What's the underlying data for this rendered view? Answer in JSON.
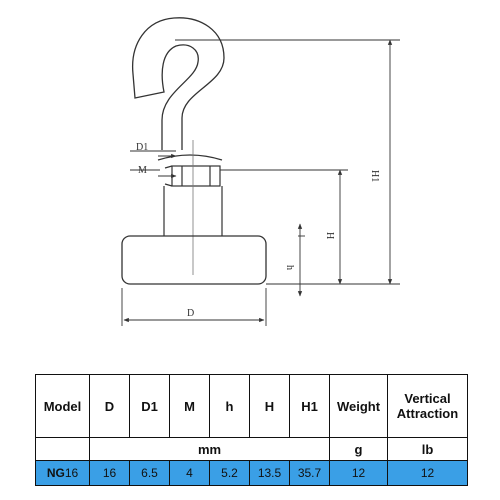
{
  "drawing": {
    "labels": {
      "d1": "D1",
      "m": "M",
      "h_small": "h",
      "h_cap": "H",
      "h1": "H1",
      "d": "D"
    }
  },
  "table": {
    "headers": [
      "Model",
      "D",
      "D1",
      "M",
      "h",
      "H",
      "H1",
      "Weight",
      "Vertical Attraction"
    ],
    "units": {
      "mm": "mm",
      "weight": "g",
      "attraction": "lb"
    },
    "row": {
      "model_prefix": "NG",
      "model_suffix": "16",
      "values": [
        "16",
        "6.5",
        "4",
        "5.2",
        "13.5",
        "35.7",
        "12",
        "12"
      ]
    },
    "colors": {
      "highlight": "#3a9fe6",
      "border": "#111111"
    }
  }
}
